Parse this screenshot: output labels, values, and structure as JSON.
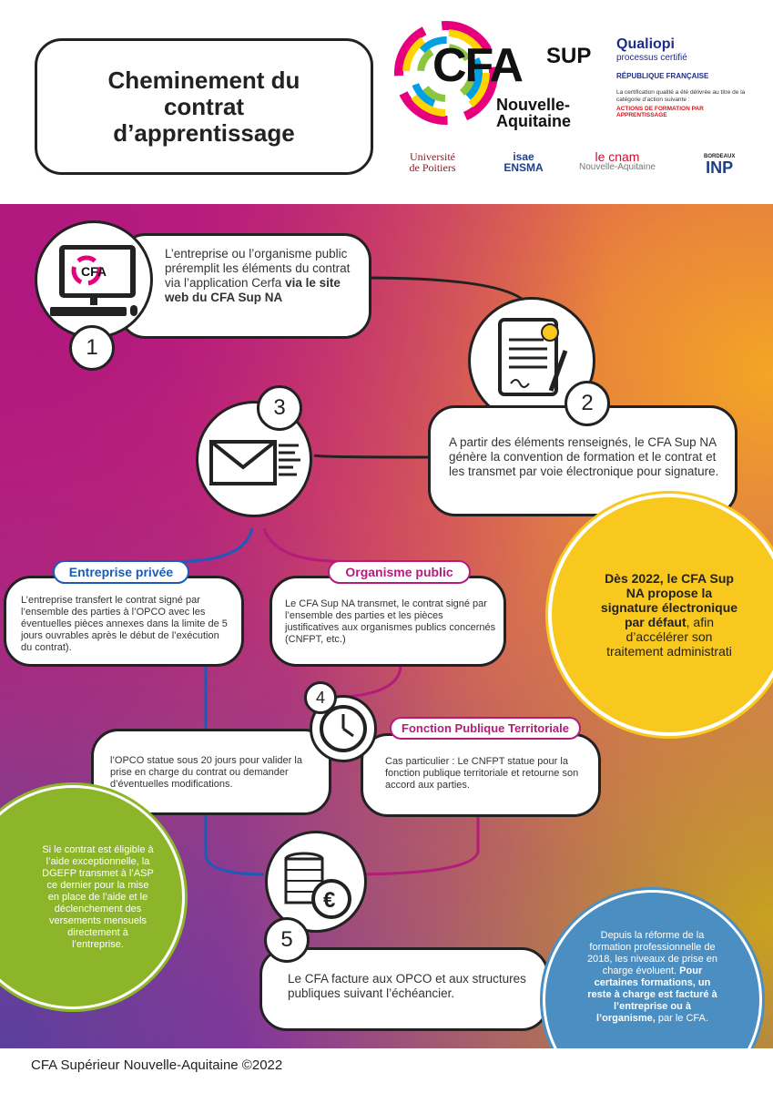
{
  "title": "Cheminement du contrat d’apprentissage",
  "logo": {
    "main": "CFA",
    "sup": "SUP",
    "region1": "Nouvelle-",
    "region2": "Aquitaine"
  },
  "qualiopi": {
    "name": "Qualiopi",
    "subtitle": "processus certifié",
    "republic": "RÉPUBLIQUE FRANÇAISE",
    "certification": "La certification qualité a été délivrée au titre de la catégorie d’action suivante :",
    "actions": "ACTIONS DE FORMATION PAR APPRENTISSAGE"
  },
  "partners": {
    "poitiers": "Université de Poitiers",
    "isae": "isae ENSMA",
    "cnam": "le cnam",
    "cnam_region": "Nouvelle-Aquitaine",
    "inp_city": "BORDEAUX",
    "inp": "INP"
  },
  "steps": {
    "s1": {
      "number": "1",
      "text": "L’entreprise ou l’organisme public préremplit les éléments du contrat via l’application Cerfa ",
      "text_bold": "via le site web du CFA Sup NA"
    },
    "s2": {
      "number": "2",
      "text": "A partir des éléments renseignés, le CFA Sup NA génère la convention de formation et le contrat et les transmet par voie électronique pour signature."
    },
    "s3": {
      "number": "3"
    },
    "s4": {
      "number": "4"
    },
    "s5": {
      "number": "5",
      "text": "Le CFA facture aux OPCO et aux structures publiques suivant l’échéancier."
    }
  },
  "private": {
    "tag": "Entreprise privée",
    "text": "L’entreprise transfert le contrat signé par l’ensemble des parties à l’OPCO avec les éventuelles pièces annexes dans la limite de 5 jours ouvrables après le début de l’exécution du contrat).",
    "opco": "l’OPCO statue sous 20 jours pour valider la prise en charge du contrat ou demander d’éventuelles modifications."
  },
  "public": {
    "tag": "Organisme public",
    "text": "Le CFA Sup NA transmet, le contrat signé par l’ensemble des parties et les pièces justificatives aux organismes publics concernés (CNFPT, etc.)"
  },
  "fpt": {
    "tag": "Fonction Publique Territoriale",
    "text": "Cas particulier : Le CNFPT statue pour la fonction publique territoriale et retourne son accord aux parties."
  },
  "yellow_bubble": {
    "bold": "Dès 2022, le CFA Sup NA propose la signature électronique par défaut",
    "rest": ", afin d’accélérer son traitement administrati"
  },
  "green_bubble": "Si le contrat est éligible à l’aide exceptionnelle, la DGEFP transmet à l’ASP ce dernier pour la mise en place de l’aide et le déclenchement des versements mensuels directement à l’entreprise.",
  "blue_bubble": {
    "text1": "Depuis la réforme de la formation professionnelle de 2018, les niveaux de prise en charge évoluent.",
    "bold": "Pour certaines formations, un reste à charge est facturé à l’entreprise ou à l’organisme,",
    "text2": "par le CFA."
  },
  "footer": "CFA Supérieur Nouvelle-Aquitaine ©2022",
  "colors": {
    "blue": "#1a5cb8",
    "pink": "#b51b7a",
    "yellow": "#f8c81e",
    "green": "#8cb52a",
    "bluebubble": "#4a8ec2"
  }
}
